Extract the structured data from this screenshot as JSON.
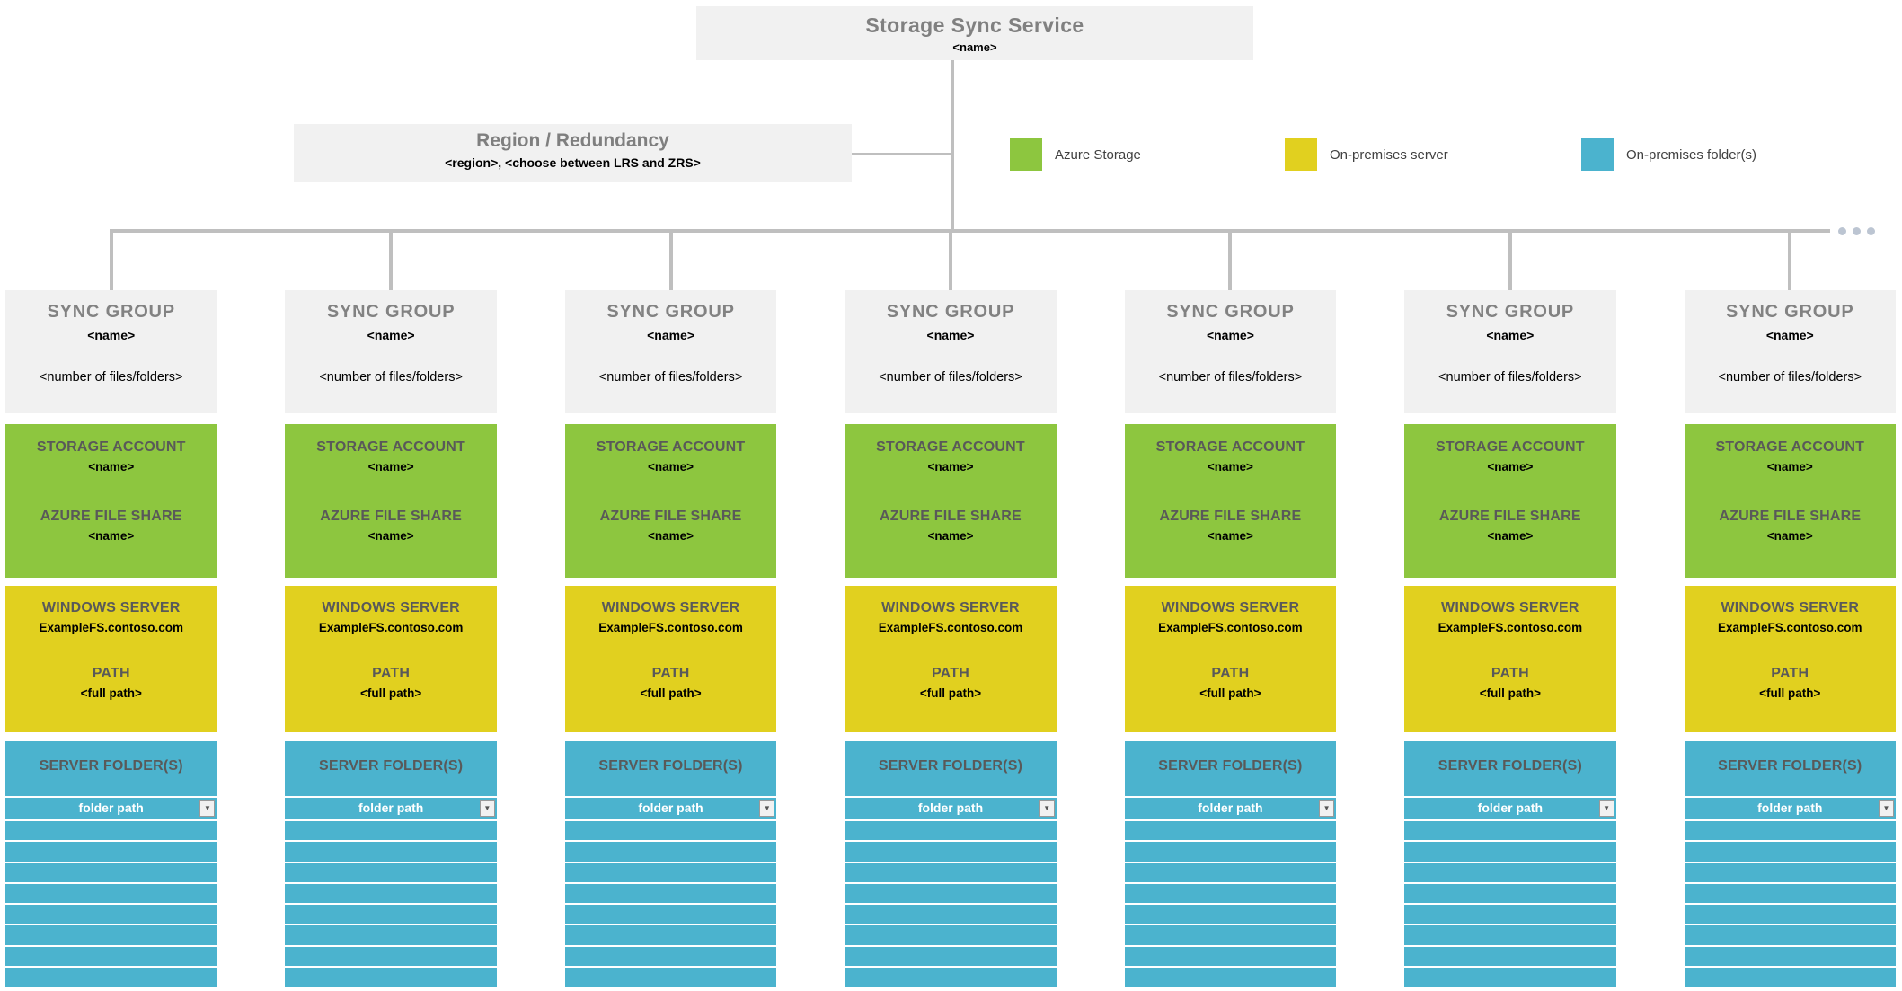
{
  "diagram_title_box": {
    "title": "Storage Sync Service",
    "name_placeholder": "<name>"
  },
  "region_box": {
    "title": "Region / Redundancy",
    "subtitle": "<region>, <choose between LRS and ZRS>"
  },
  "legend": {
    "items": [
      {
        "label": "Azure Storage",
        "color": "#8DC63F"
      },
      {
        "label": "On-premises server",
        "color": "#E1D01F"
      },
      {
        "label": "On-premises folder(s)",
        "color": "#4BB3CE"
      }
    ]
  },
  "icons": {
    "dropdown_arrow": "▼"
  },
  "more_indicator": {
    "icon": "ellipsis-icon",
    "dots": 3
  },
  "colors": {
    "box_gray": "#F1F1F1",
    "heading_gray": "#808080",
    "label_gray": "#595959",
    "connector_gray": "#BFBFBF",
    "azure_green": "#8DC63F",
    "server_yellow": "#E1D01F",
    "folder_teal": "#4BB3CE",
    "ellipsis_gray": "#BCC5D2"
  },
  "sync_groups": [
    {
      "header": {
        "title": "SYNC GROUP",
        "name": "<name>",
        "count": "<number of files/folders>"
      },
      "storage_account": {
        "label": "STORAGE ACCOUNT",
        "name": "<name>"
      },
      "azure_file_share": {
        "label": "AZURE FILE SHARE",
        "name": "<name>"
      },
      "windows_server": {
        "label": "WINDOWS SERVER",
        "name": "ExampleFS.contoso.com"
      },
      "path": {
        "label": "PATH",
        "value": "<full path>"
      },
      "server_folders": {
        "label": "SERVER FOLDER(S)",
        "column_header": "folder path",
        "empty_row_count": 8
      }
    },
    {
      "header": {
        "title": "SYNC GROUP",
        "name": "<name>",
        "count": "<number of files/folders>"
      },
      "storage_account": {
        "label": "STORAGE ACCOUNT",
        "name": "<name>"
      },
      "azure_file_share": {
        "label": "AZURE FILE SHARE",
        "name": "<name>"
      },
      "windows_server": {
        "label": "WINDOWS SERVER",
        "name": "ExampleFS.contoso.com"
      },
      "path": {
        "label": "PATH",
        "value": "<full path>"
      },
      "server_folders": {
        "label": "SERVER FOLDER(S)",
        "column_header": "folder path",
        "empty_row_count": 8
      }
    },
    {
      "header": {
        "title": "SYNC GROUP",
        "name": "<name>",
        "count": "<number of files/folders>"
      },
      "storage_account": {
        "label": "STORAGE ACCOUNT",
        "name": "<name>"
      },
      "azure_file_share": {
        "label": "AZURE FILE SHARE",
        "name": "<name>"
      },
      "windows_server": {
        "label": "WINDOWS SERVER",
        "name": "ExampleFS.contoso.com"
      },
      "path": {
        "label": "PATH",
        "value": "<full path>"
      },
      "server_folders": {
        "label": "SERVER FOLDER(S)",
        "column_header": "folder path",
        "empty_row_count": 8
      }
    },
    {
      "header": {
        "title": "SYNC GROUP",
        "name": "<name>",
        "count": "<number of files/folders>"
      },
      "storage_account": {
        "label": "STORAGE ACCOUNT",
        "name": "<name>"
      },
      "azure_file_share": {
        "label": "AZURE FILE SHARE",
        "name": "<name>"
      },
      "windows_server": {
        "label": "WINDOWS SERVER",
        "name": "ExampleFS.contoso.com"
      },
      "path": {
        "label": "PATH",
        "value": "<full path>"
      },
      "server_folders": {
        "label": "SERVER FOLDER(S)",
        "column_header": "folder path",
        "empty_row_count": 8
      }
    },
    {
      "header": {
        "title": "SYNC GROUP",
        "name": "<name>",
        "count": "<number of files/folders>"
      },
      "storage_account": {
        "label": "STORAGE ACCOUNT",
        "name": "<name>"
      },
      "azure_file_share": {
        "label": "AZURE FILE SHARE",
        "name": "<name>"
      },
      "windows_server": {
        "label": "WINDOWS SERVER",
        "name": "ExampleFS.contoso.com"
      },
      "path": {
        "label": "PATH",
        "value": "<full path>"
      },
      "server_folders": {
        "label": "SERVER FOLDER(S)",
        "column_header": "folder path",
        "empty_row_count": 8
      }
    },
    {
      "header": {
        "title": "SYNC GROUP",
        "name": "<name>",
        "count": "<number of files/folders>"
      },
      "storage_account": {
        "label": "STORAGE ACCOUNT",
        "name": "<name>"
      },
      "azure_file_share": {
        "label": "AZURE FILE SHARE",
        "name": "<name>"
      },
      "windows_server": {
        "label": "WINDOWS SERVER",
        "name": "ExampleFS.contoso.com"
      },
      "path": {
        "label": "PATH",
        "value": "<full path>"
      },
      "server_folders": {
        "label": "SERVER FOLDER(S)",
        "column_header": "folder path",
        "empty_row_count": 8
      }
    },
    {
      "header": {
        "title": "SYNC GROUP",
        "name": "<name>",
        "count": "<number of files/folders>"
      },
      "storage_account": {
        "label": "STORAGE ACCOUNT",
        "name": "<name>"
      },
      "azure_file_share": {
        "label": "AZURE FILE SHARE",
        "name": "<name>"
      },
      "windows_server": {
        "label": "WINDOWS SERVER",
        "name": "ExampleFS.contoso.com"
      },
      "path": {
        "label": "PATH",
        "value": "<full path>"
      },
      "server_folders": {
        "label": "SERVER FOLDER(S)",
        "column_header": "folder path",
        "empty_row_count": 8
      }
    }
  ]
}
